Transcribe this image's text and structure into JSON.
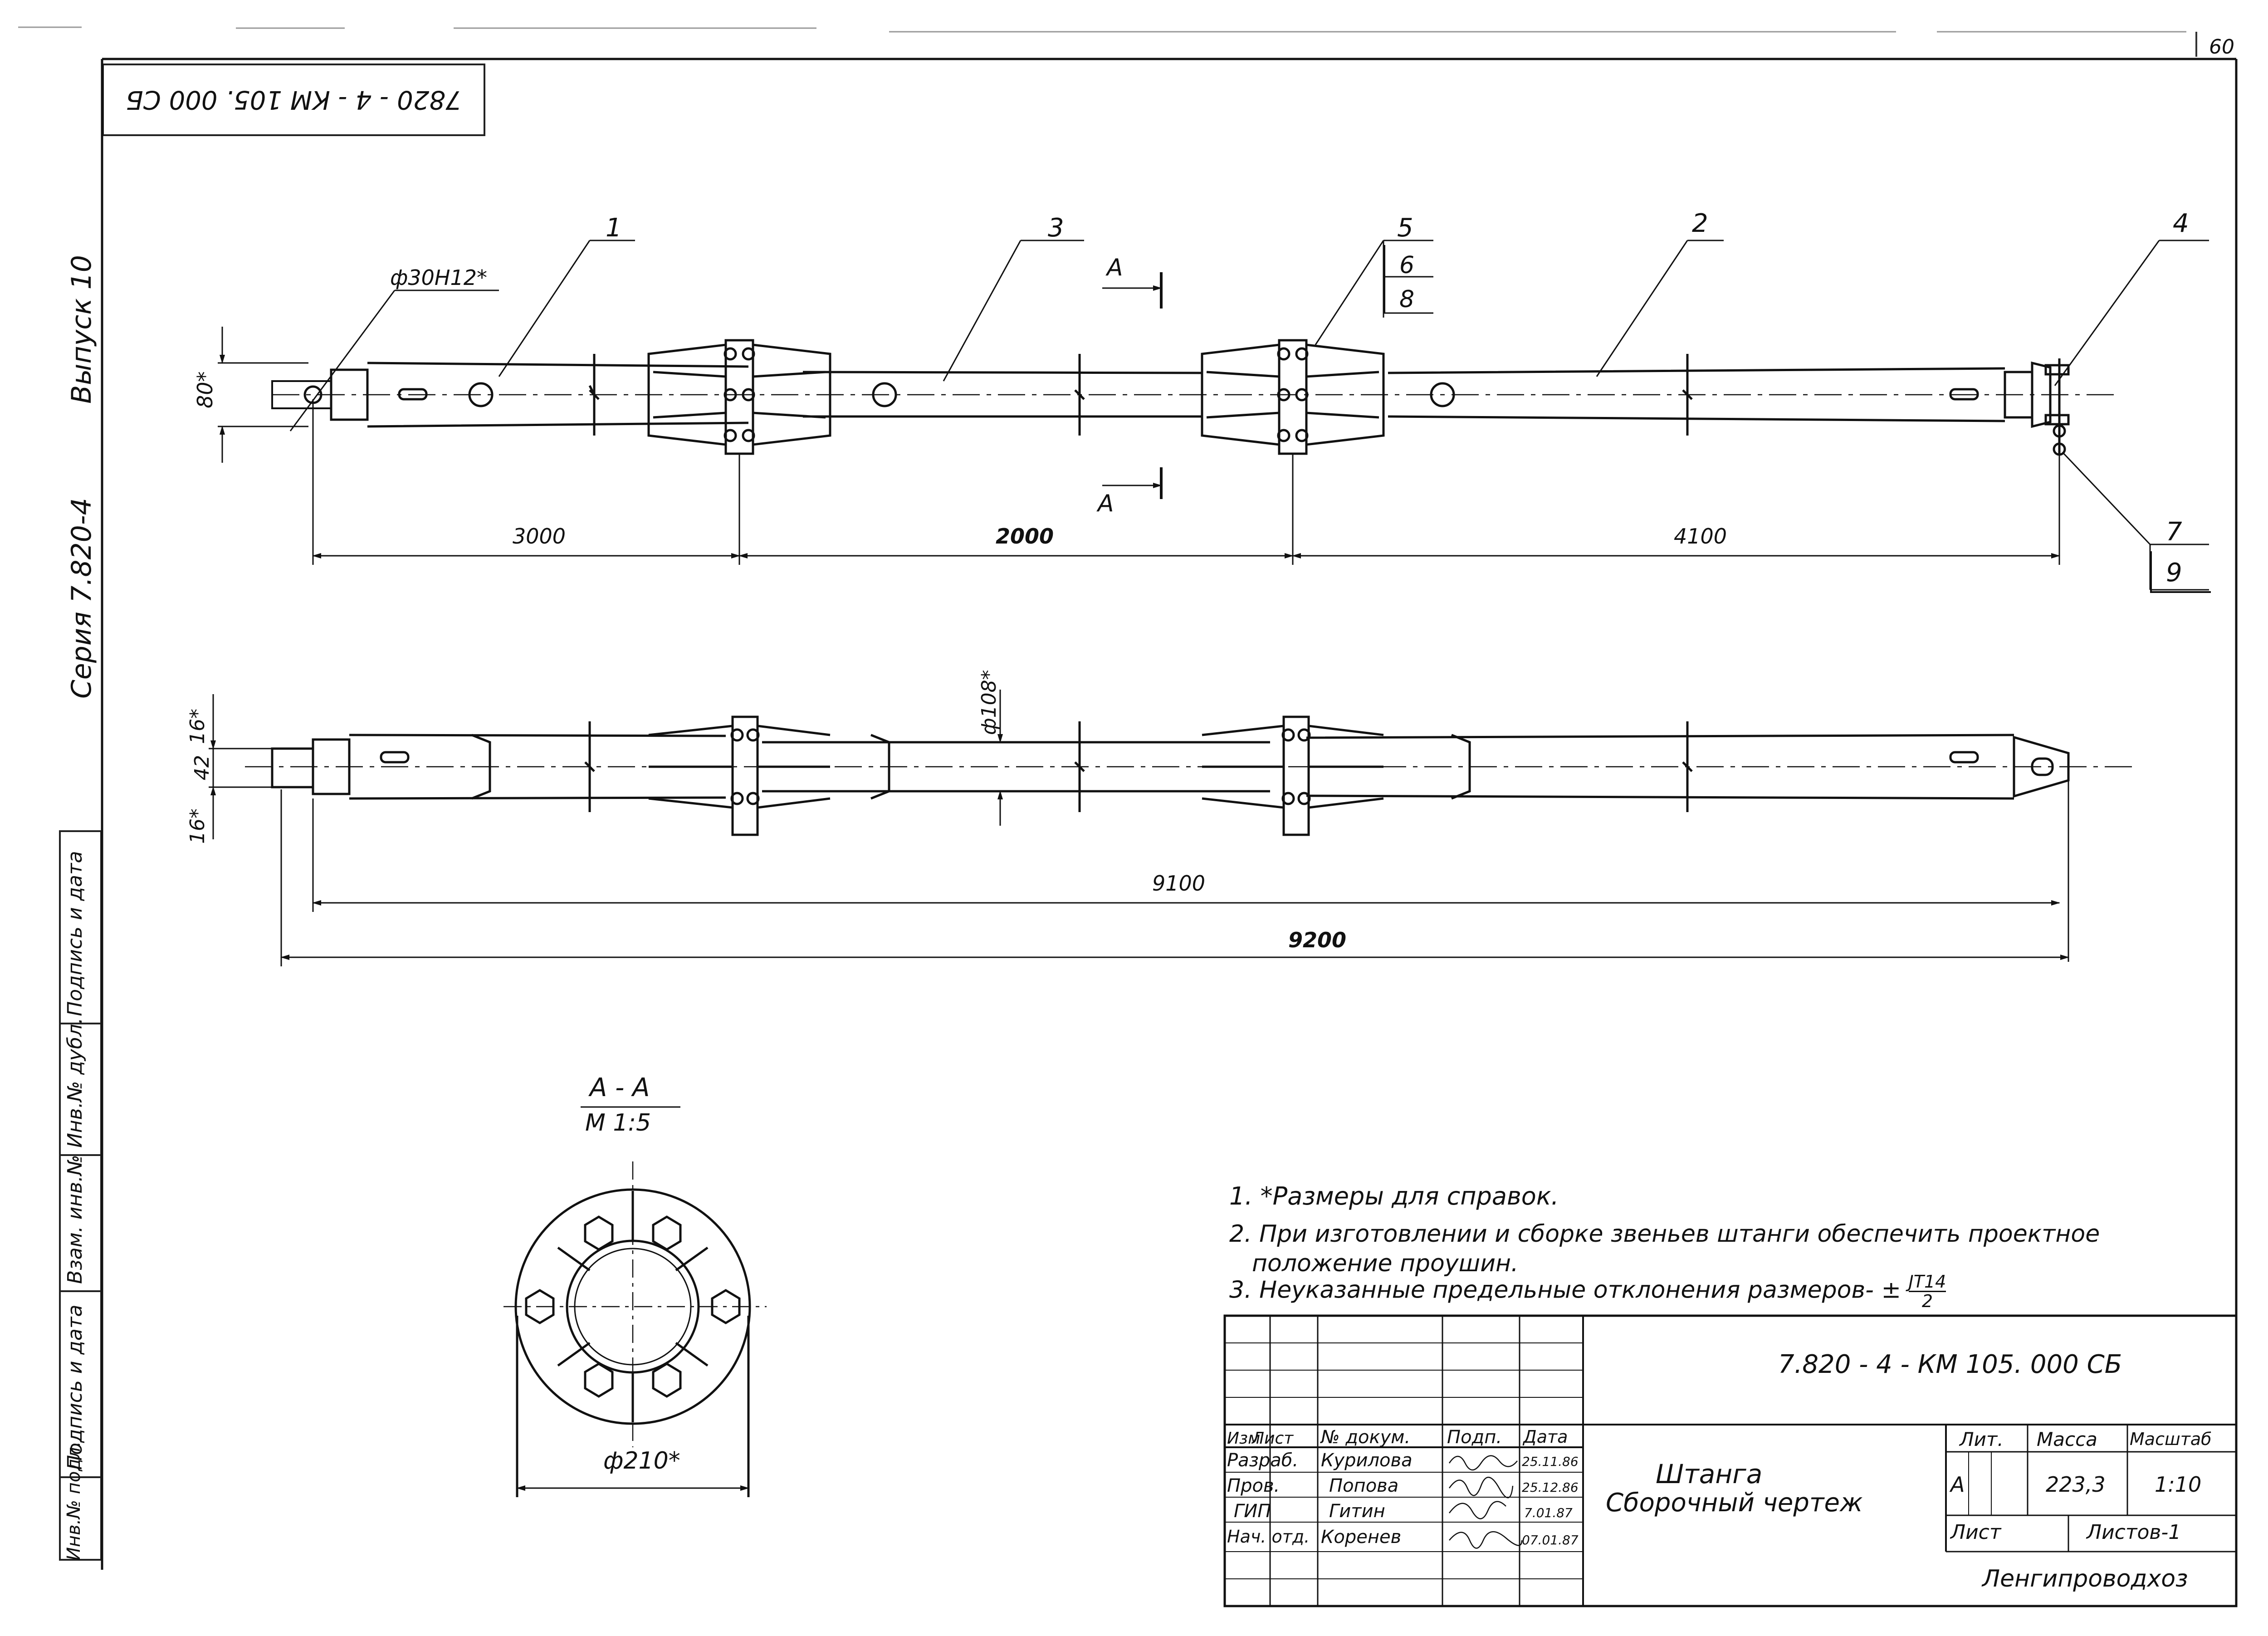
{
  "page_number": "60",
  "corner_code": "7820 - 4 - КМ 105. 000 СБ",
  "side_labels": {
    "issue": "Выпуск 10",
    "series": "Серия 7.820-4"
  },
  "side_stamp": {
    "col1": "Подпись и дата",
    "col2": "Инв.№ дубл.",
    "col3": "Взам. инв.№",
    "col4": "Подпись и дата",
    "col5": "Инв.№ подл."
  },
  "drawing": {
    "callouts": {
      "c1": "1",
      "c2": "2",
      "c3": "3",
      "c4": "4",
      "c5": "5",
      "c6": "6",
      "c7": "7",
      "c8": "8",
      "c9": "9"
    },
    "section_mark": "А",
    "hole_dia": "ф30Н12*",
    "dim_80": "80*",
    "dim_3000": "3000",
    "dim_2000": "2000",
    "dim_4100": "4100",
    "dim_16_top": "16*",
    "dim_42": "42",
    "dim_16_bottom": "16*",
    "dim_d108": "ф108*",
    "dim_9100": "9100",
    "dim_9200": "9200",
    "section_title": "А - А",
    "section_scale": "М 1:5",
    "dim_d210": "ф210*"
  },
  "notes": {
    "n1": "1. *Размеры для справок.",
    "n2a": "2. При изготовлении и сборке звеньев штанги обеспечить проектное",
    "n2b": "положение проушин.",
    "n3": "3. Неуказанные предельные отклонения размеров- ± ",
    "n3_num": "JT14",
    "n3_den": "2"
  },
  "title_block": {
    "doc_code": "7.820 - 4 - КМ 105. 000 СБ",
    "title_line1": "Штанга",
    "title_line2": "Сборочный чертеж",
    "headers": {
      "izm": "Изм",
      "list": "Лист",
      "doc": "№ докум.",
      "sign": "Подп.",
      "date": "Дата",
      "lit": "Лит.",
      "mass": "Масса",
      "scale": "Масштаб"
    },
    "rows": [
      {
        "role": "Разраб.",
        "name": "Курилова",
        "sign": "Курил",
        "date": "25.11.86"
      },
      {
        "role": "Пров.",
        "name": "Попова",
        "sign": "Попов",
        "date": "25.12.86"
      },
      {
        "role": "ГИП",
        "name": "Гитин",
        "sign": "Гит",
        "date": "7.01.87"
      },
      {
        "role": "Нач. отд.",
        "name": "Коренев",
        "sign": "Кор",
        "date": "07.01.87"
      }
    ],
    "lit_value": "А",
    "mass_value": "223,3",
    "scale_value": "1:10",
    "sheet_label": "Лист",
    "sheets_label": "Листов-1",
    "organization": "Ленгипроводхоз"
  }
}
